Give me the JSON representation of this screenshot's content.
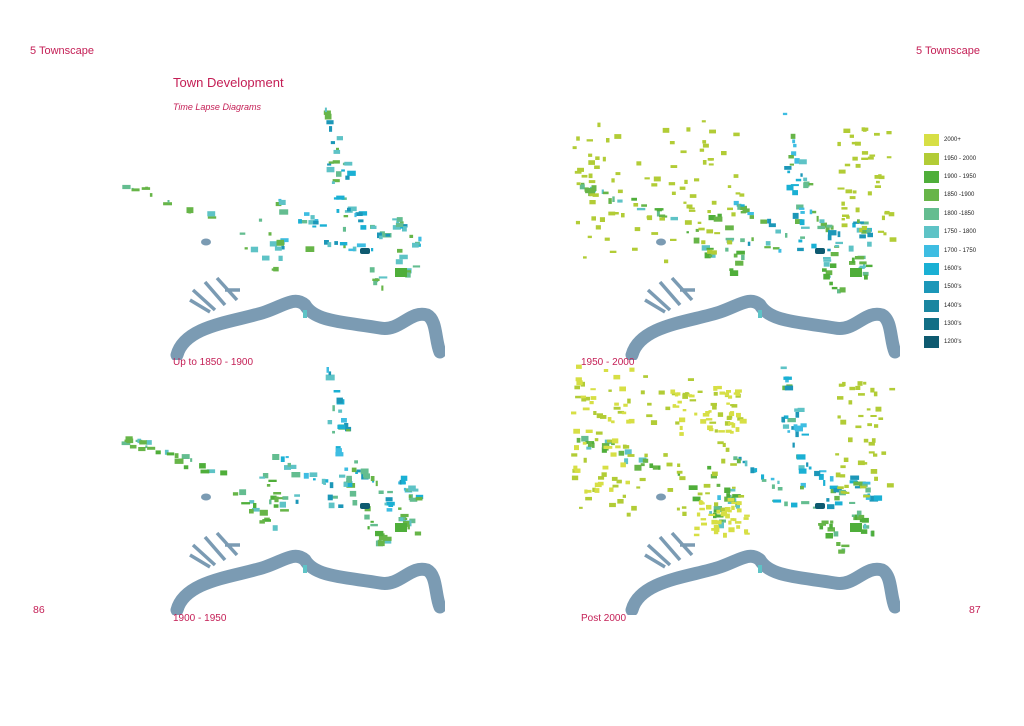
{
  "left_page": {
    "section_header": "5 Townscape",
    "title": "Town Development",
    "subtitle": "Time Lapse Diagrams",
    "page_number": "86",
    "maps": [
      {
        "caption": "Up to 1850 - 1900"
      },
      {
        "caption": "1900 - 1950"
      }
    ]
  },
  "right_page": {
    "section_header": "5 Townscape",
    "page_number": "87",
    "maps": [
      {
        "caption": "1950 - 2000"
      },
      {
        "caption": "Post 2000"
      }
    ]
  },
  "legend": [
    {
      "label": "2000+",
      "color": "#d7df45"
    },
    {
      "label": "1950 - 2000",
      "color": "#b2cc36"
    },
    {
      "label": "1900 - 1950",
      "color": "#4fae3a"
    },
    {
      "label": "1850 -1900",
      "color": "#67b548"
    },
    {
      "label": "1800 -1850",
      "color": "#64bd90"
    },
    {
      "label": "1750 - 1800",
      "color": "#5ec3c6"
    },
    {
      "label": "1700 - 1750",
      "color": "#3ebde2"
    },
    {
      "label": "1600's",
      "color": "#1ab0d4"
    },
    {
      "label": "1500's",
      "color": "#1c97b8"
    },
    {
      "label": "1400's",
      "color": "#1a86a0"
    },
    {
      "label": "1300's",
      "color": "#126f86"
    },
    {
      "label": "1200's",
      "color": "#0e5a70"
    }
  ],
  "colors": {
    "accent": "#c41e55",
    "river": "#7b9bb3"
  }
}
